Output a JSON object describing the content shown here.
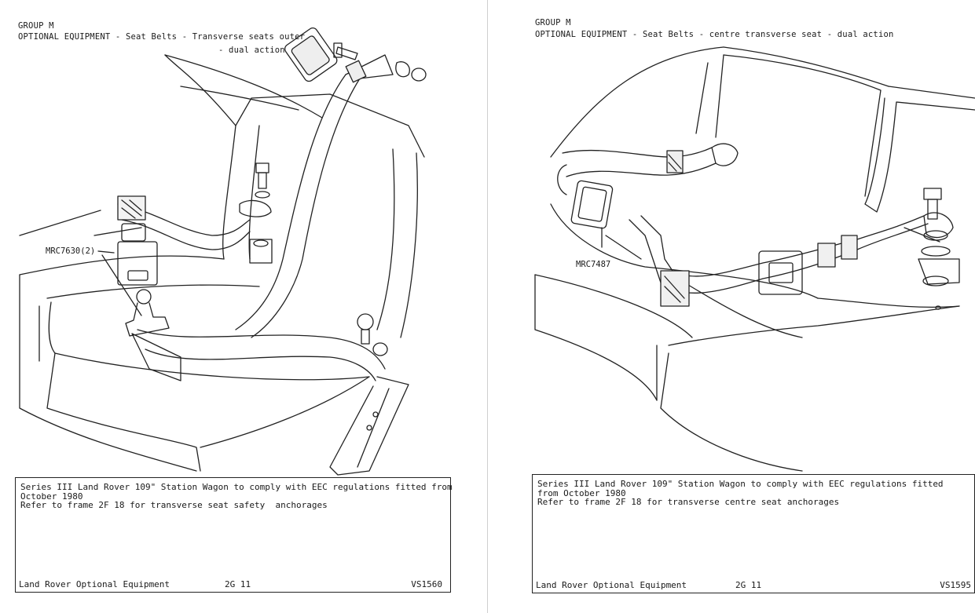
{
  "left_page": {
    "group": "GROUP M",
    "title_line1": "OPTIONAL EQUIPMENT - Seat Belts - Transverse seats outer",
    "title_line2": "- dual action",
    "part_label": "MRC7630(2)",
    "note_line1": "Series III Land Rover 109\" Station Wagon to comply with EEC regulations fitted from",
    "note_line2": "October 1980",
    "note_line3": "Refer to frame 2F 18 for transverse seat safety  anchorages",
    "footer_left": "Land Rover Optional Equipment",
    "footer_center": "2G 11",
    "footer_right": "VS1560"
  },
  "right_page": {
    "group": "GROUP M",
    "title_line1": "OPTIONAL EQUIPMENT - Seat Belts - centre transverse seat - dual action",
    "part_label": "MRC7487",
    "note_line1": "Series III Land Rover 109\" Station Wagon to comply with EEC regulations fitted",
    "note_line2": "from October 1980",
    "note_line3": "Refer to frame 2F 18 for transverse centre seat anchorages",
    "footer_left": "Land Rover Optional Equipment",
    "footer_center": "2G 11",
    "footer_right": "VS1595"
  }
}
